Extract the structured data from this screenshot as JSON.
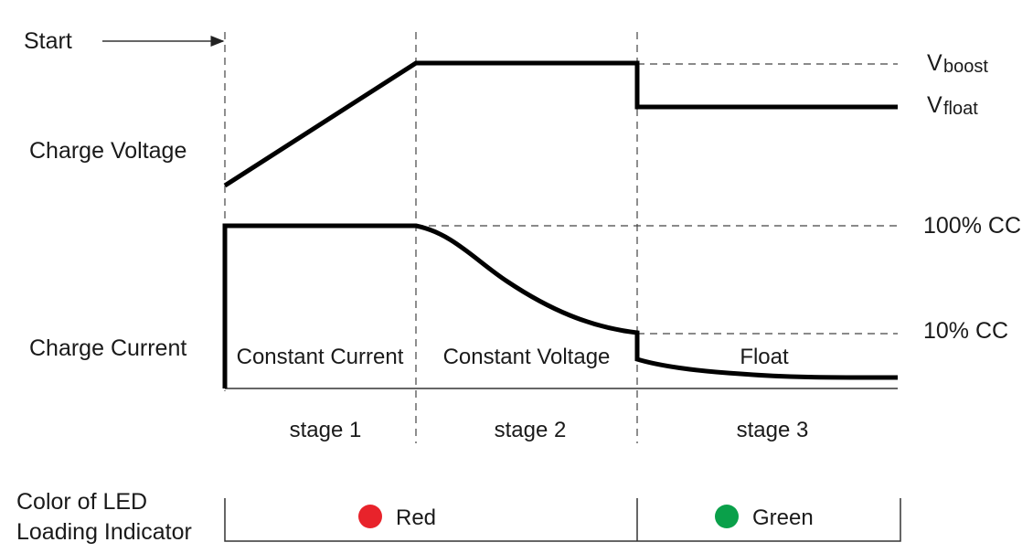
{
  "labels": {
    "start": "Start",
    "charge_voltage": "Charge Voltage",
    "charge_current": "Charge Current",
    "v_boost_main": "V",
    "v_boost_sub": "boost",
    "v_float_main": "V",
    "v_float_sub": "float",
    "cc_100": "100% CC",
    "cc_10": "10% CC"
  },
  "modes": [
    "Constant Current",
    "Constant Voltage",
    "Float"
  ],
  "stages": [
    "stage 1",
    "stage 2",
    "stage 3"
  ],
  "led": {
    "title_line1": "Color of LED",
    "title_line2": "Loading Indicator",
    "red_label": "Red",
    "green_label": "Green",
    "red_color": "#e8232b",
    "green_color": "#0aa04a"
  }
}
